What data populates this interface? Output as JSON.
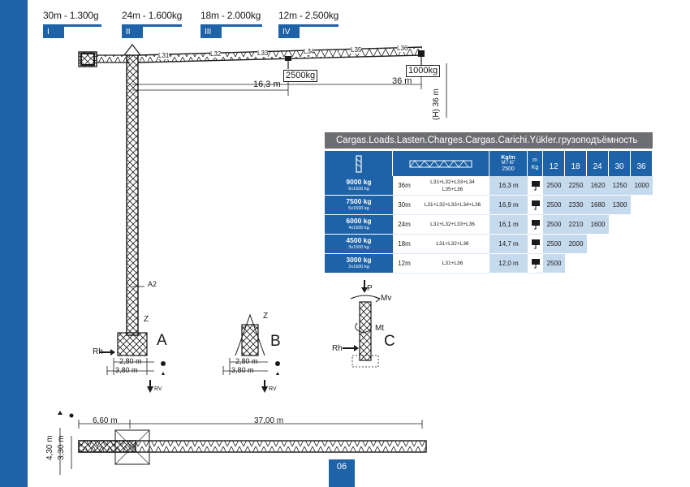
{
  "capacities": [
    {
      "text": "30m - 1.300g",
      "roman": "I"
    },
    {
      "text": "24m - 1.600kg",
      "roman": "II"
    },
    {
      "text": "18m - 2.000kg",
      "roman": "III"
    },
    {
      "text": "12m - 2.500kg",
      "roman": "IV"
    }
  ],
  "jib_sections": [
    "L31",
    "L32",
    "L33",
    "L34",
    "L35",
    "L36"
  ],
  "crane": {
    "load_near": "2500kg",
    "dist_near": "16,3 m",
    "load_tip": "1000kg",
    "dist_tip": "36 m",
    "height": "(H) 36 m",
    "mast_label": "A2"
  },
  "table": {
    "title": "Cargas.Loads.Lasten.Charges.Cargas.Carichi.Yükler.грузоподъёмность",
    "hdr_kgm": "Kg/m",
    "hdr_kgm_ru": "M / КГ",
    "hdr_kgm_val": "2500",
    "hdr_m": "m",
    "hdr_kg": "Kg",
    "radii": [
      "12",
      "18",
      "24",
      "30",
      "36"
    ],
    "rows": [
      {
        "load": "9000 kg",
        "sub": "6x1500 kg",
        "jib": "36m",
        "sections": "L31+L32+L33+L34 L35+L36",
        "reach": "16,3 m",
        "values": [
          "2500",
          "2250",
          "1620",
          "1250",
          "1000"
        ]
      },
      {
        "load": "7500 kg",
        "sub": "5x1500 kg",
        "jib": "30m",
        "sections": "L31+L32+L33+L34+L36",
        "reach": "16,9 m",
        "values": [
          "2500",
          "2330",
          "1680",
          "1300"
        ]
      },
      {
        "load": "6000 kg",
        "sub": "4x1500 kg",
        "jib": "24m",
        "sections": "L31+L32+L33+L36",
        "reach": "16,1 m",
        "values": [
          "2500",
          "2210",
          "1600"
        ]
      },
      {
        "load": "4500 kg",
        "sub": "3x1500 kg",
        "jib": "18m",
        "sections": "L31+L32+L36",
        "reach": "14,7 m",
        "values": [
          "2500",
          "2000"
        ]
      },
      {
        "load": "3000 kg",
        "sub": "2x1500 kg",
        "jib": "12m",
        "sections": "L31+L36",
        "reach": "12,0 m",
        "values": [
          "2500"
        ]
      }
    ]
  },
  "base": {
    "dim_a": "2,80 m",
    "dim_b": "3,80 m",
    "rh": "Rh",
    "rv": "RV",
    "z": "Z",
    "p": "P",
    "mv": "Mv",
    "mt": "Mt",
    "letters": [
      "A",
      "B",
      "C"
    ]
  },
  "plan": {
    "counter_len": "6,60 m",
    "jib_len": "37,00 m",
    "w1": "4,30 m",
    "w2": "3,30 m"
  },
  "page": "06"
}
